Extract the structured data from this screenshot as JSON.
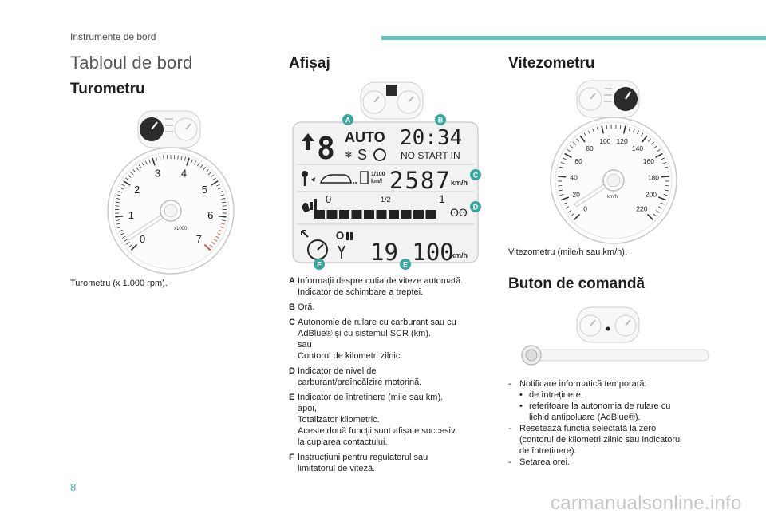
{
  "header": {
    "section": "Instrumente de bord"
  },
  "page_title": "Tabloul de bord",
  "tachometer": {
    "heading": "Turometru",
    "dial_numbers": [
      "0",
      "1",
      "2",
      "3",
      "4",
      "5",
      "6",
      "7"
    ],
    "multiplier": "x1000",
    "caption": "Turometru (x 1.000 rpm)."
  },
  "display": {
    "heading": "Afișaj",
    "screen": {
      "gear_mode": "AUTO",
      "gear_digit": "8",
      "sport_letter": "S",
      "clock": "20:34",
      "no_start": "NO START IN",
      "consumption_unit_top": "1/100",
      "consumption_unit_bottom": "km/l",
      "range_value": "2587",
      "range_unit": "km/h",
      "fuel_half": "1/2",
      "fuel_empty": "0",
      "fuel_full": "1",
      "odometer": "19 100",
      "odo_unit": "km/h"
    },
    "callouts": [
      "A",
      "B",
      "C",
      "D",
      "E",
      "F"
    ],
    "legend": [
      {
        "key": "A",
        "text": "Informații despre cutia de viteze automată.\nIndicator de schimbare a treptei."
      },
      {
        "key": "B",
        "text": "Oră."
      },
      {
        "key": "C",
        "text": "Autonomie de rulare cu carburant sau cu\nAdBlue® și cu sistemul SCR (km).\nsau\nContorul de kilometri zilnic."
      },
      {
        "key": "D",
        "text": "Indicator de nivel de\ncarburant/preîncălzire motorină."
      },
      {
        "key": "E",
        "text": "Indicator de întreținere (mile sau km).\napoi,\nTotalizator kilometric.\nAceste două funcții sunt afișate succesiv\nla cuplarea contactului."
      },
      {
        "key": "F",
        "text": "Instrucțiuni pentru regulatorul sau\nlimitatorul de viteză."
      }
    ]
  },
  "speedometer": {
    "heading": "Vitezometru",
    "dial_numbers": [
      "0",
      "20",
      "40",
      "60",
      "80",
      "100",
      "120",
      "140",
      "160",
      "180",
      "200",
      "220"
    ],
    "unit": "km/h",
    "caption": "Vitezometru (mile/h sau km/h)."
  },
  "command_button": {
    "heading": "Buton de comandă",
    "items": [
      {
        "type": "dash",
        "text": "Notificare informatică temporară:"
      },
      {
        "type": "bullet",
        "text": "de întreținere,"
      },
      {
        "type": "bullet",
        "text": "referitoare la autonomia de rulare cu\nlichid antipoluare (AdBlue®)."
      },
      {
        "type": "dash",
        "text": "Resetează funcția selectată la zero\n(contorul de kilometri zilnic sau indicatorul\nde întreținere)."
      },
      {
        "type": "dash",
        "text": "Setarea orei."
      }
    ]
  },
  "footer": {
    "page_number": "8",
    "watermark": "carmanualsonline.info"
  },
  "colors": {
    "accent": "#5fc5bd",
    "callout": "#3aa79f",
    "lcd_bg": "#f1f1f1",
    "redline": "#d43a2f"
  }
}
